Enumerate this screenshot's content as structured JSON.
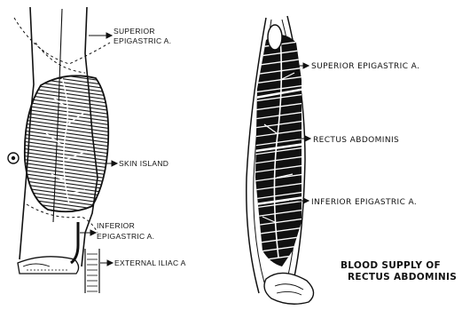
{
  "left_figure": {
    "labels": {
      "superior_line1": "SUPERIOR",
      "superior_line2": "EPIGASTRIC A.",
      "skin_island": "SKIN ISLAND",
      "inferior_line1": "INFERIOR",
      "inferior_line2": "EPIGASTRIC A.",
      "external_iliac": "EXTERNAL ILIAC A"
    }
  },
  "right_figure": {
    "labels": {
      "superior_epigastric": "SUPERIOR EPIGASTRIC A.",
      "rectus_abdominis": "RECTUS ABDOMINIS",
      "inferior_epigastric": "INFERIOR EPIGASTRIC A."
    }
  },
  "caption": {
    "line1": "BLOOD SUPPLY OF",
    "line2": "RECTUS ABDOMINIS"
  },
  "colors": {
    "ink": "#111111",
    "background": "#ffffff"
  }
}
